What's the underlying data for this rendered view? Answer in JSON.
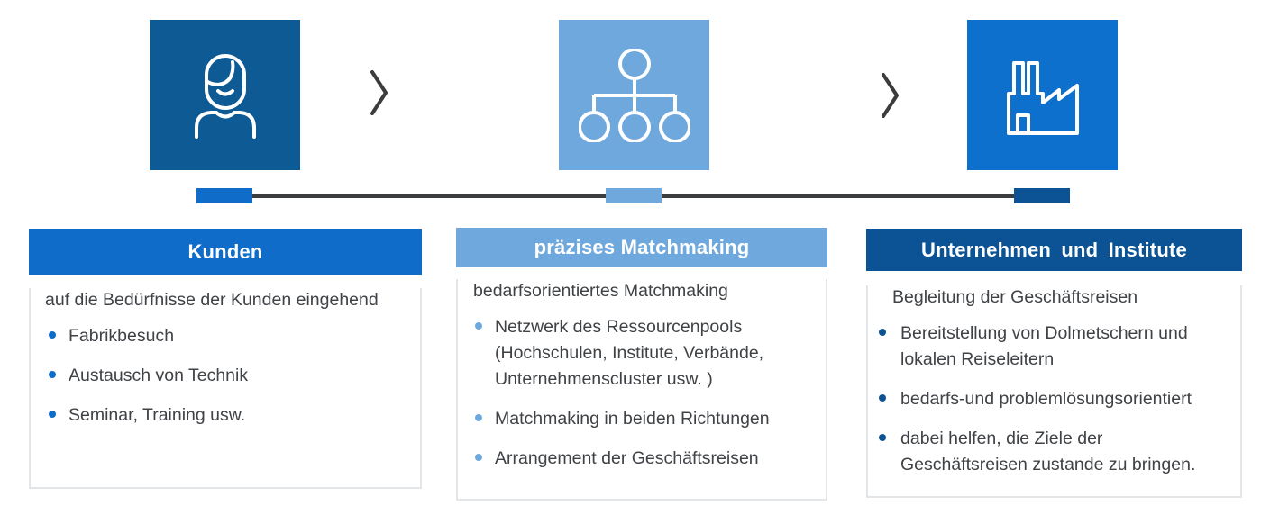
{
  "colors": {
    "dark_blue": "#0b5394",
    "bright_blue": "#0f6cc8",
    "light_blue": "#6fa8dc",
    "left_square_blue": "#0d5a95",
    "right_square_blue": "#0e70cd",
    "line_gray": "#3a3c3e",
    "text_gray": "#3f4246",
    "border_gray": "#e2e6e9"
  },
  "flow": {
    "icons": [
      "person-icon",
      "org-chart-icon",
      "factory-icon"
    ]
  },
  "columns": [
    {
      "title": "Kunden",
      "intro": "auf die Bedürfnisse der Kunden eingehend",
      "bullets": [
        "Fabrikbesuch",
        "Austausch von Technik",
        "Seminar, Training usw."
      ]
    },
    {
      "title": "präzises Matchmaking",
      "intro": "bedarfsorientiertes Matchmaking",
      "bullets": [
        "Netzwerk des Ressourcenpools (Hochschulen, Institute, Verbände, Unternehmenscluster usw. )",
        "Matchmaking in beiden Richtungen",
        "Arrangement der Geschäftsreisen"
      ]
    },
    {
      "title": "Unternehmen und Institute",
      "intro": "Begleitung der Geschäftsreisen",
      "bullets": [
        "Bereitstellung von Dolmetschern und lokalen Reiseleitern",
        "bedarfs-und problemlösungsorientiert",
        "dabei helfen, die Ziele der Geschäftsreisen zustande zu bringen."
      ]
    }
  ]
}
